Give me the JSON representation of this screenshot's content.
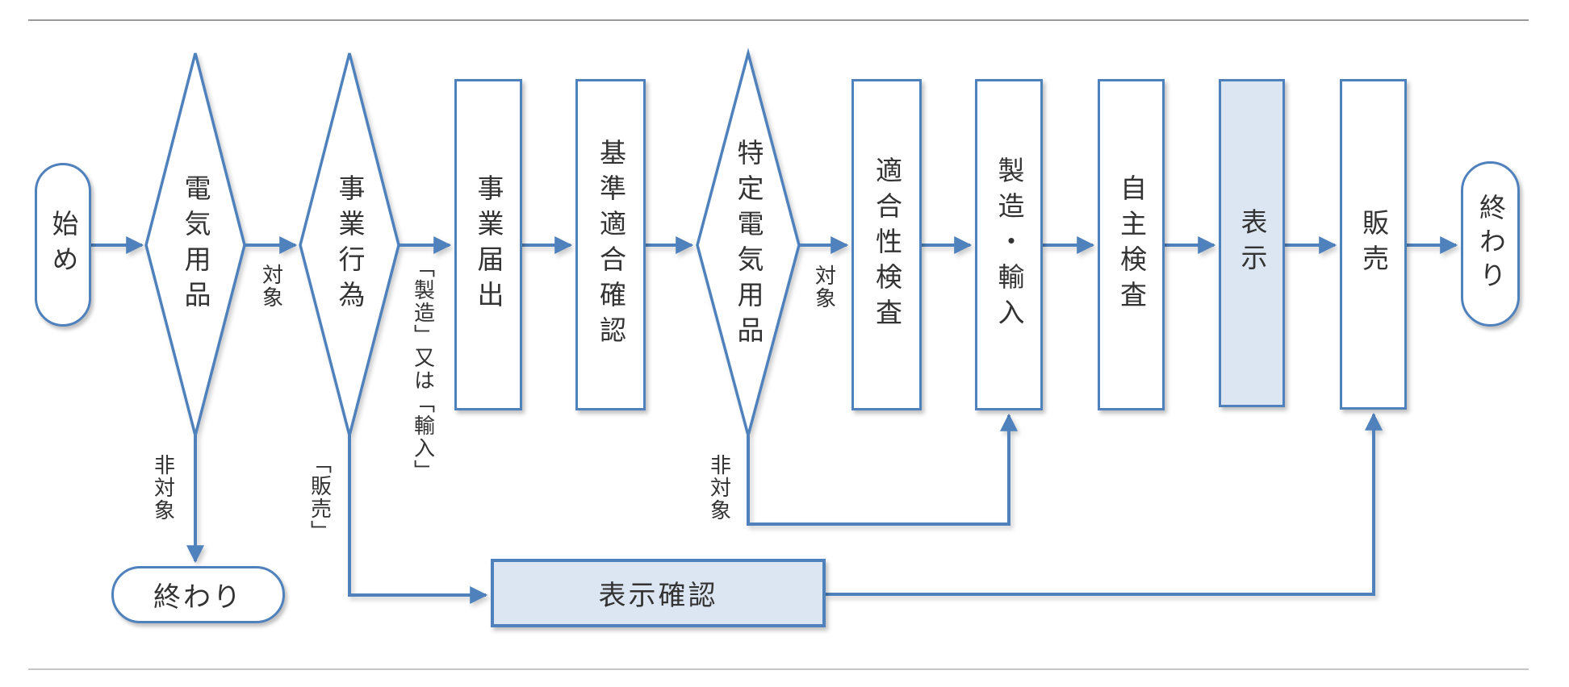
{
  "flow": {
    "nodes": {
      "start": {
        "label": "始め"
      },
      "decision_electrical": {
        "label": "電気用品"
      },
      "decision_business": {
        "label": "事業行為"
      },
      "process_notification": {
        "label": "事業届出"
      },
      "process_standard_conformity": {
        "label": "基準適合確認"
      },
      "decision_specified": {
        "label": "特定電気用品"
      },
      "process_conformity_inspection": {
        "label": "適合性検査"
      },
      "process_manufacture_import": {
        "label": "製造・輸入"
      },
      "process_self_inspection": {
        "label": "自主検査"
      },
      "process_labeling": {
        "label": "表示"
      },
      "process_sale": {
        "label": "販売"
      },
      "end_right": {
        "label": "終わり"
      },
      "end_bottom": {
        "label": "終わり"
      },
      "process_label_check": {
        "label": "表示確認"
      }
    },
    "edge_labels": {
      "electrical_target": "対象",
      "electrical_not_target": "非対象",
      "business_manufacture_import": "「製造」又は「輸入」",
      "business_sale": "「販売」",
      "specified_target": "対象",
      "specified_not_target": "非対象"
    },
    "colors": {
      "shape_stroke": "#4f81bd",
      "shaded_fill": "#dce6f2",
      "text": "#333333",
      "divider_top": "#9a9a9a",
      "divider_bottom": "#c6c6c6"
    }
  }
}
